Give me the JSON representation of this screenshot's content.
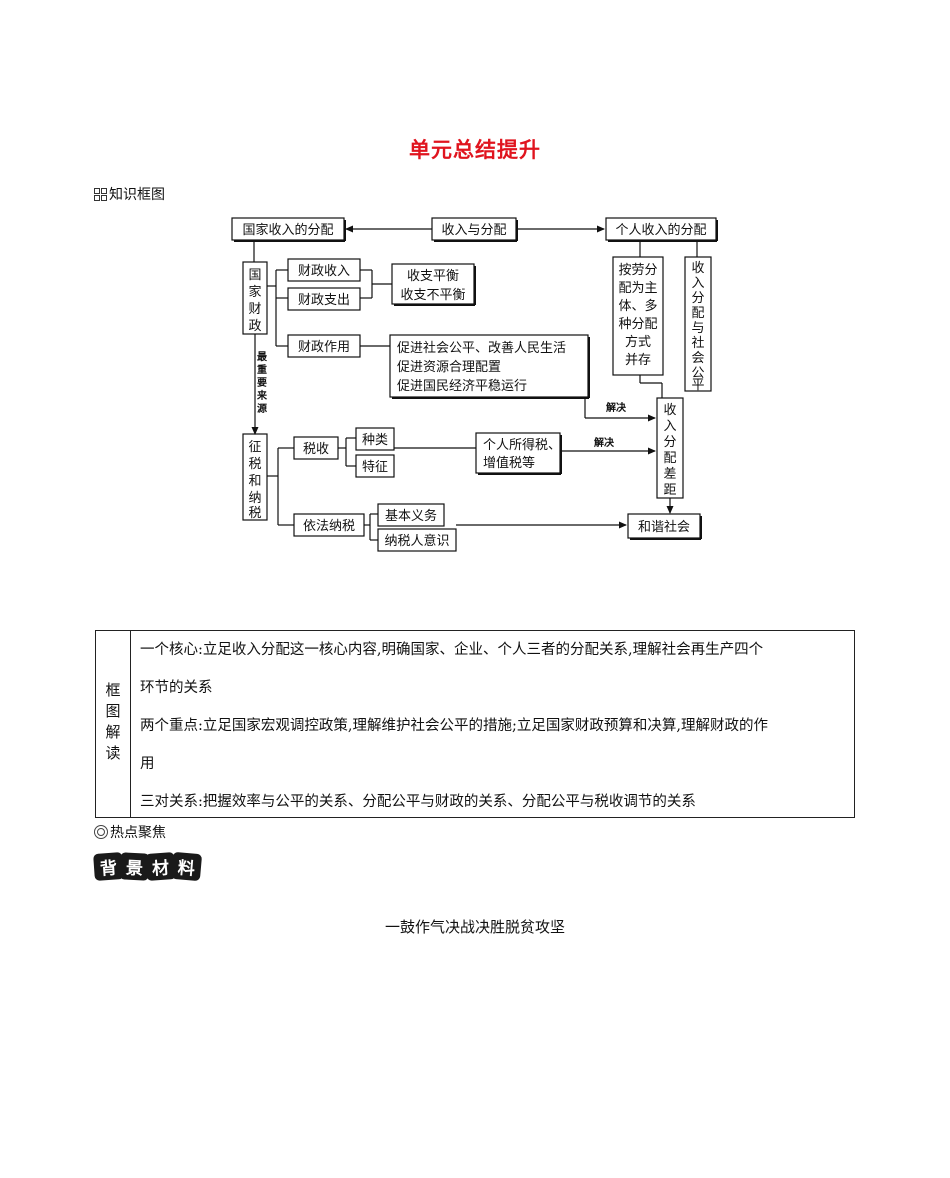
{
  "title": "单元总结提升",
  "sections": {
    "knowledge_map": "知识框图",
    "hotspot": "热点聚焦",
    "background_banner": [
      "背",
      "景",
      "材",
      "料"
    ],
    "background_title": "一鼓作气决战决胜脱贫攻坚"
  },
  "diagram": {
    "national_distribution": "国家收入的分配",
    "income_distribution": "收入与分配",
    "personal_distribution": "个人收入的分配",
    "national_finance": [
      "国",
      "家",
      "财",
      "政"
    ],
    "fiscal_revenue": "财政收入",
    "fiscal_expenditure": "财政支出",
    "balance": "收支平衡",
    "imbalance": "收支不平衡",
    "fiscal_role": "财政作用",
    "roles": [
      "促进社会公平、改善人民生活",
      "促进资源合理配置",
      "促进国民经济平稳运行"
    ],
    "main_source": [
      "最",
      "重",
      "要",
      "来",
      "源"
    ],
    "tax_levy": [
      "征",
      "税",
      "和",
      "纳",
      "税"
    ],
    "tax": "税收",
    "types": "种类",
    "features": "特征",
    "tax_examples": [
      "个人所得税、",
      "增值税等"
    ],
    "lawful_tax": "依法纳税",
    "basic_duty": "基本义务",
    "taxpayer_awareness": "纳税人意识",
    "distribution_mode": [
      "按劳分",
      "配为主",
      "体、多",
      "种分配",
      "方式",
      "并存"
    ],
    "fairness": [
      "收",
      "入",
      "分",
      "配",
      "与",
      "社",
      "会",
      "公",
      "平"
    ],
    "income_gap": [
      "收",
      "入",
      "分",
      "配",
      "差",
      "距"
    ],
    "harmonious_society": "和谐社会",
    "solve_1": "解决",
    "solve_2": "解决"
  },
  "table": {
    "side_label": "框图解读",
    "lines": [
      "一个核心:立足收入分配这一核心内容,明确国家、企业、个人三者的分配关系,理解社会再生产四个",
      "环节的关系",
      "两个重点:立足国家宏观调控政策,理解维护社会公平的措施;立足国家财政预算和决算,理解财政的作",
      "用",
      "三对关系:把握效率与公平的关系、分配公平与财政的关系、分配公平与税收调节的关系"
    ]
  }
}
